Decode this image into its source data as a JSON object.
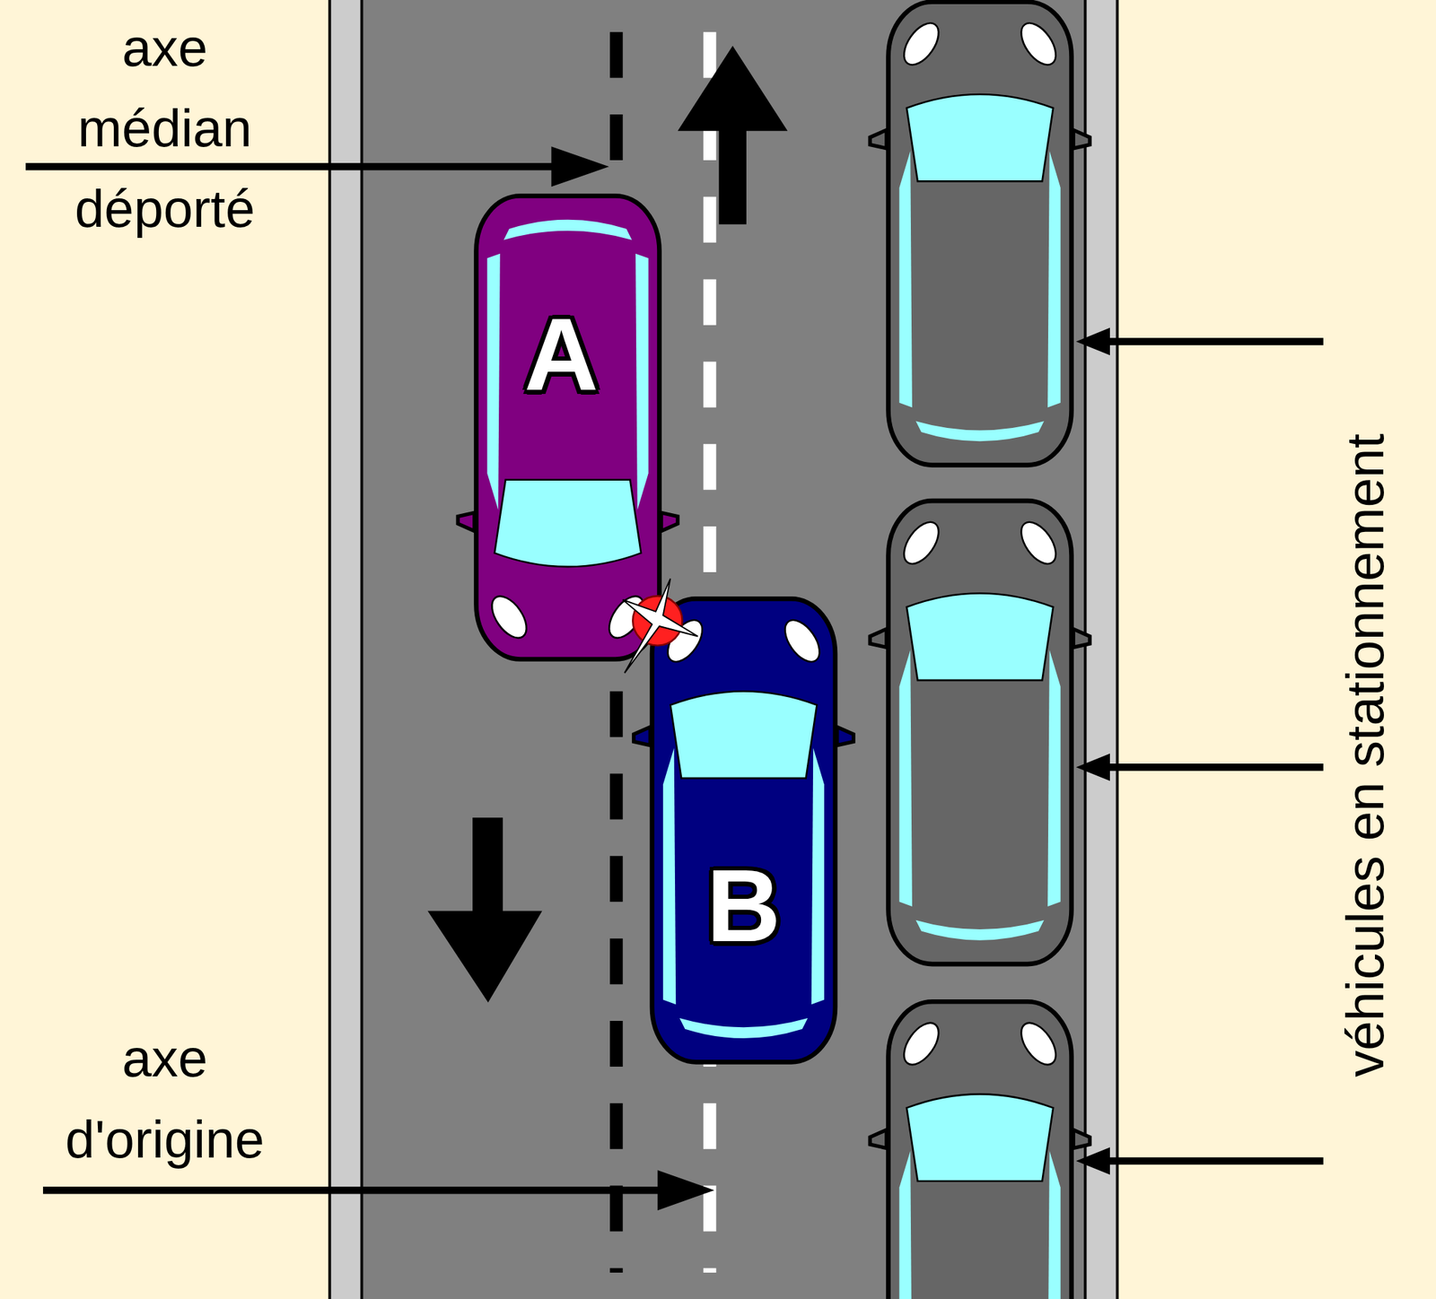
{
  "diagram": {
    "nodes": [
      {
        "text": [
          "A"
        ]
      },
      {
        "text": [
          "B"
        ]
      }
    ],
    "labels": [
      "axe médian déporté",
      "axe d'origine",
      "véhicules en stationnement"
    ]
  }
}
